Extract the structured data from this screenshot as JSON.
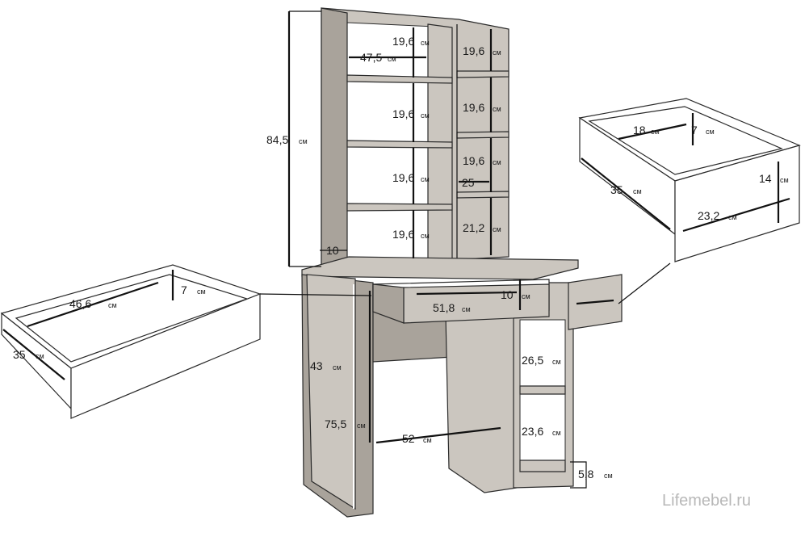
{
  "unit": "см",
  "watermark": "Lifemebel.ru",
  "dims": {
    "top_total_height": "84,5",
    "top_inner_width": "47,5",
    "shelf_main_1": "19,6",
    "shelf_main_2": "19,6",
    "shelf_main_3": "19,6",
    "shelf_main_4": "19,6",
    "shelf_side_1": "19,6",
    "shelf_side_2": "19,6",
    "shelf_side_3": "19,6",
    "shelf_side_4": "21,2",
    "side_depth": "25",
    "top_bottom_gap": "10",
    "drawer_front_width": "51,8",
    "drawer_front_height": "10",
    "desk_height": "75,5",
    "knee_height": "43",
    "knee_width": "52",
    "cabinet_upper": "26,5",
    "cabinet_lower": "23,6",
    "plinth": "5,8",
    "big_drawer_width": "46,6",
    "big_drawer_height": "7",
    "big_drawer_depth": "35",
    "small_drawer_width": "18",
    "small_drawer_height": "7",
    "small_drawer_front_height": "14",
    "small_drawer_depth": "35",
    "small_drawer_front_width": "23,2"
  }
}
